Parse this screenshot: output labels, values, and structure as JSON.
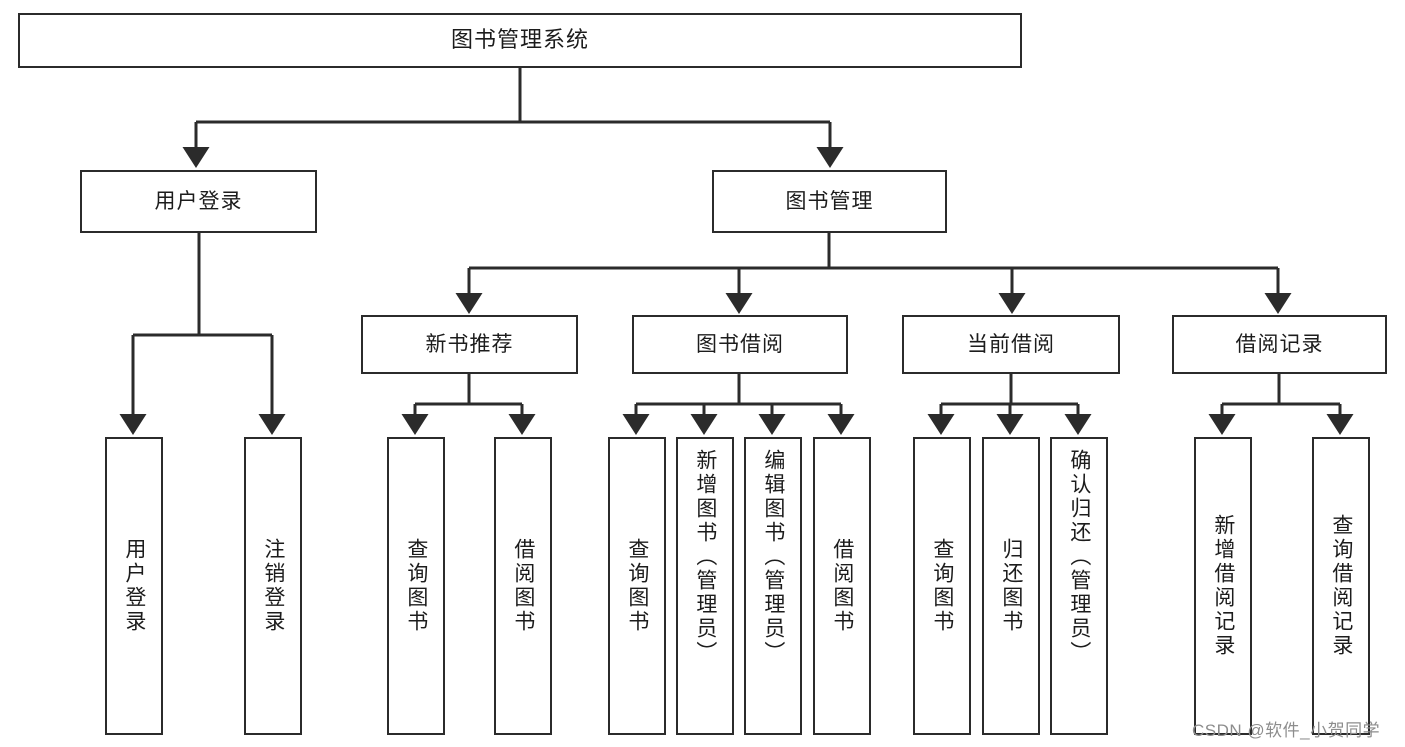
{
  "diagram": {
    "title": "图书管理系统",
    "type": "functional-structure-tree",
    "levels": 4,
    "root": {
      "id": "root",
      "label": "图书管理系统"
    },
    "level2": [
      {
        "id": "user-login",
        "label": "用户登录"
      },
      {
        "id": "book-manage",
        "label": "图书管理"
      }
    ],
    "level3": [
      {
        "id": "new-book-rec",
        "label": "新书推荐",
        "parent": "book-manage"
      },
      {
        "id": "book-borrow",
        "label": "图书借阅",
        "parent": "book-manage"
      },
      {
        "id": "current-borrow",
        "label": "当前借阅",
        "parent": "book-manage"
      },
      {
        "id": "borrow-record",
        "label": "借阅记录",
        "parent": "book-manage"
      }
    ],
    "leaves": {
      "user-login": [
        {
          "id": "leaf-user-login",
          "label": "用户登录"
        },
        {
          "id": "leaf-logout",
          "label": "注销登录"
        }
      ],
      "new-book-rec": [
        {
          "id": "leaf-query-book-1",
          "label": "查询图书"
        },
        {
          "id": "leaf-borrow-book-1",
          "label": "借阅图书"
        }
      ],
      "book-borrow": [
        {
          "id": "leaf-query-book-2",
          "label": "查询图书"
        },
        {
          "id": "leaf-add-book",
          "label": "新增图书（管理员）"
        },
        {
          "id": "leaf-edit-book",
          "label": "编辑图书（管理员）"
        },
        {
          "id": "leaf-borrow-book-2",
          "label": "借阅图书"
        }
      ],
      "current-borrow": [
        {
          "id": "leaf-query-book-3",
          "label": "查询图书"
        },
        {
          "id": "leaf-return-book",
          "label": "归还图书"
        },
        {
          "id": "leaf-confirm-return",
          "label": "确认归还（管理员）"
        }
      ],
      "borrow-record": [
        {
          "id": "leaf-add-record",
          "label": "新增借阅记录"
        },
        {
          "id": "leaf-query-record",
          "label": "查询借阅记录"
        }
      ]
    }
  },
  "watermark": {
    "text": "CSDN @软件_小贺同学"
  },
  "colors": {
    "stroke": "#2b2b2b",
    "fill": "#ffffff",
    "text": "#1c1c1c",
    "watermark": "#8d8d8d"
  }
}
